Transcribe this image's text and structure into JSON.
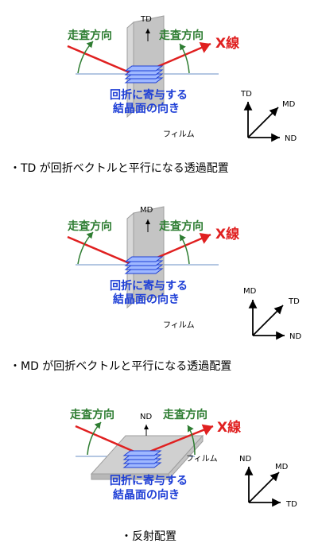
{
  "colors": {
    "scan": "#2e7d32",
    "xray": "#e02020",
    "diff": "#1e3fd6",
    "film": "#bdbdbd",
    "axis": "#000000",
    "baseline": "#6a8fc4"
  },
  "diagrams": [
    {
      "scan_left": "走査方向",
      "scan_right": "走査方向",
      "film_normal": "TD",
      "xray_label": "X線",
      "diffraction_line1": "回折に寄与する",
      "diffraction_line2": "結晶面の向き",
      "film_label": "フィルム",
      "axes": {
        "up": "TD",
        "diag": "MD",
        "right": "ND"
      },
      "caption": "・TD が回折ベクトルと平行になる透過配置"
    },
    {
      "scan_left": "走査方向",
      "scan_right": "走査方向",
      "film_normal": "MD",
      "xray_label": "X線",
      "diffraction_line1": "回折に寄与する",
      "diffraction_line2": "結晶面の向き",
      "film_label": "フィルム",
      "axes": {
        "up": "MD",
        "diag": "TD",
        "right": "ND"
      },
      "caption": "・MD が回折ベクトルと平行になる透過配置"
    },
    {
      "scan_left": "走査方向",
      "scan_right": "走査方向",
      "film_normal": "ND",
      "xray_label": "X線",
      "diffraction_line1": "回折に寄与する",
      "diffraction_line2": "結晶面の向き",
      "film_label": "フィルム",
      "axes": {
        "up": "ND",
        "diag": "MD",
        "right": "TD"
      },
      "caption": "・反射配置"
    }
  ]
}
